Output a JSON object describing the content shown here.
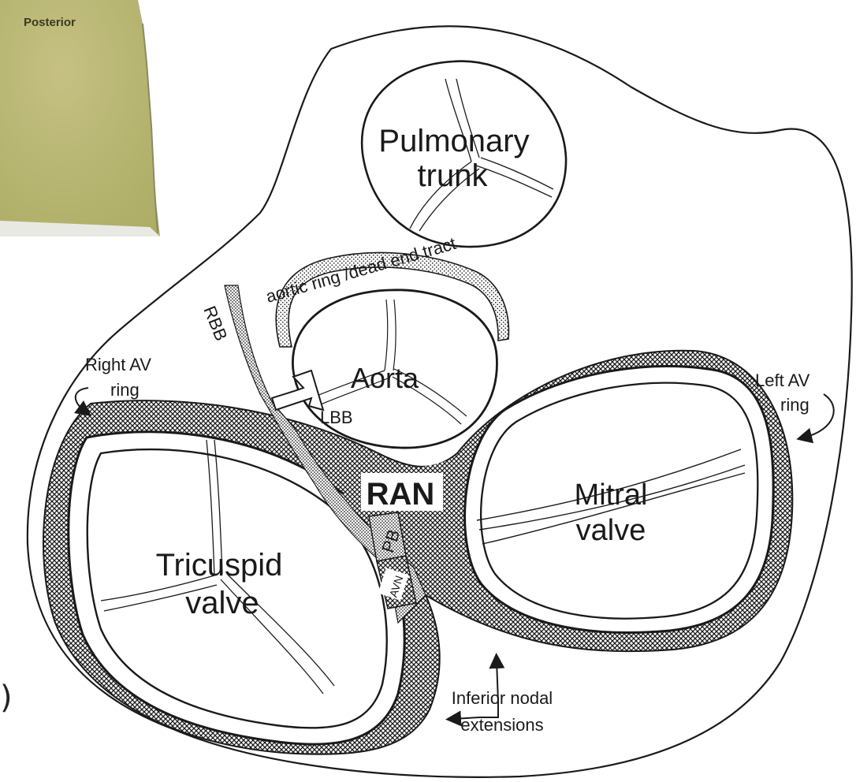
{
  "photo": {
    "label": "Posterior"
  },
  "fragment": {
    "text": ")"
  },
  "labels": {
    "pulmonary_line1": "Pulmonary",
    "pulmonary_line2": "trunk",
    "aortic_ring": "aortic ring /dead end tract",
    "rbb": "RBB",
    "aorta": "Aorta",
    "lbb": "LBB",
    "right_av_line1": "Right AV",
    "right_av_line2": "ring",
    "left_av_line1": "Left AV",
    "left_av_line2": "ring",
    "ran": "RAN",
    "mitral_line1": "Mitral",
    "mitral_line2": "valve",
    "tricuspid_line1": "Tricuspid",
    "tricuspid_line2": "valve",
    "pb": "PB",
    "avn": "AVN",
    "inferior_line1": "Inferior nodal",
    "inferior_line2": "extensions"
  }
}
